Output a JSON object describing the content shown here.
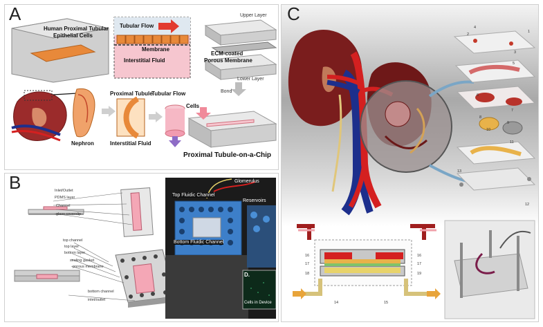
{
  "panels": {
    "a": {
      "letter": "A",
      "labels": {
        "cells": "Human Proximal Tubular",
        "cells2": "Epithelial Cells",
        "tubular_flow_top": "Tubular Flow",
        "membrane": "Membrane",
        "interstitial_fluid_top": "Interstitial Fluid",
        "upper_layer": "Upper Layer",
        "ecm": "ECM-coated",
        "ecm2": "Porous Membrane",
        "lower_layer": "Lower Layer",
        "bond": "Bond",
        "proximal_tubule": "Proximal Tubule",
        "tubular_flow_mid": "Tubular Flow",
        "cells_arrow": "Cells",
        "nephron": "Nephron",
        "interstitial_fluid_bottom": "Interstitial Fluid",
        "chip_title": "Proximal Tubule-on-a-Chip"
      }
    },
    "b": {
      "letter": "B",
      "top_labels": [
        "Inlet/Outlet",
        "PDMS layer",
        "Channel",
        "glass coverslip"
      ],
      "bottom_labels": [
        "top channel",
        "top layer",
        "bottom layer",
        "sealing gasket",
        "porous membrane",
        "bottom channel",
        "inlet/outlet"
      ],
      "photo": {
        "glomerulus": "Glomerulus",
        "top_channel": "Top Fluidic Channel",
        "reservoirs": "Reservoirs",
        "bottom_channel": "Bottom Fluidic Channel",
        "inset_letter": "D.",
        "cells": "Cells in Device"
      }
    },
    "c": {
      "letter": "C",
      "layer_numbers": [
        "1",
        "2",
        "3",
        "4",
        "5",
        "6",
        "7",
        "8",
        "9",
        "10",
        "11",
        "12",
        "13"
      ],
      "diagram_numbers": {
        "left": [
          "16",
          "17",
          "18"
        ],
        "right": [
          "16",
          "17",
          "19"
        ],
        "bottom": [
          "14",
          "15"
        ]
      }
    }
  },
  "colors": {
    "kidney": "#7a1d1d",
    "artery": "#d42020",
    "vein": "#1d2f8c",
    "cells": "#e8893a",
    "fluid_pink": "#f6c6cf",
    "flow_arrow": "#e23b2f",
    "chip_blue": "#4a8fd6"
  }
}
